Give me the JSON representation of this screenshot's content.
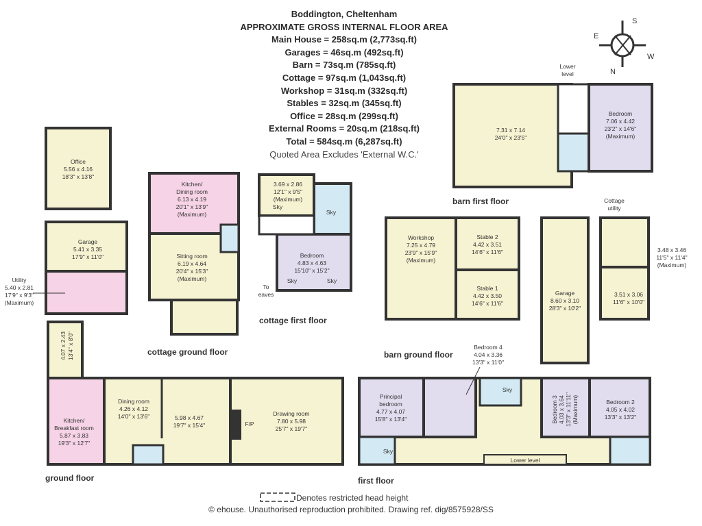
{
  "header": {
    "title": "Boddington, Cheltenham",
    "subtitle": "APPROXIMATE GROSS INTERNAL FLOOR AREA",
    "areas": [
      "Main House = 258sq.m (2,773sq.ft)",
      "Garages = 46sq.m (492sq.ft)",
      "Barn = 73sq.m (785sq.ft)",
      "Cottage = 97sq.m (1,043sq.ft)",
      "Workshop = 31sq.m (332sq.ft)",
      "Stables = 32sq.m (345sq.ft)",
      "Office = 28sq.m (299sq.ft)",
      "External Rooms = 20sq.m (218sq.ft)",
      "Total = 584sq.m (6,287sq.ft)"
    ],
    "note": "Quoted Area Excludes 'External W.C.'"
  },
  "compass": {
    "n": "N",
    "s": "S",
    "e": "E",
    "w": "W"
  },
  "floors": {
    "ground": "ground floor",
    "first": "first floor",
    "cottage_ground": "cottage ground floor",
    "cottage_first": "cottage first floor",
    "barn_ground": "barn ground floor",
    "barn_first": "barn first floor"
  },
  "rooms": {
    "office": [
      "Office",
      "5.56 x 4.16",
      "18'3\" x 13'8\""
    ],
    "garage_left": [
      "Garage",
      "5.41 x 3.35",
      "17'9\" x 11'0\""
    ],
    "utility": [
      "Utility",
      "5.40 x 2.81",
      "17'9\" x 9'3\"",
      "(Maximum)"
    ],
    "hall_small": [
      "4.07 x 2.43",
      "13'4\" x 8'0\""
    ],
    "kitchen_breakfast": [
      "Kitchen/",
      "Breakfast room",
      "5.87 x 3.83",
      "19'3\" x 12'7\""
    ],
    "dining": [
      "Dining room",
      "4.26 x 4.12",
      "14'0\" x 13'6\""
    ],
    "hall_main": [
      "5.98 x 4.67",
      "19'7\" x 15'4\""
    ],
    "drawing": [
      "Drawing room",
      "7.80 x 5.98",
      "25'7\" x 19'7\""
    ],
    "fp": "F/P",
    "cottage_kitchen": [
      "Kitchen/",
      "Dining room",
      "6.13 x 4.19",
      "20'1\" x 13'9\"",
      "(Maximum)"
    ],
    "cottage_sitting": [
      "Sitting room",
      "6.19 x 4.64",
      "20'4\" x 15'3\"",
      "(Maximum)"
    ],
    "cottage_room": [
      "3.69 x 2.86",
      "12'1\" x 9'5\"",
      "(Maximum)"
    ],
    "cottage_bedroom": [
      "Bedroom",
      "4.83 x 4.63",
      "15'10\" x 15'2\""
    ],
    "to_eaves": [
      "To",
      "eaves"
    ],
    "sky": "Sky",
    "workshop": [
      "Workshop",
      "7.25 x 4.79",
      "23'9\" x 15'9\"",
      "(Maximum)"
    ],
    "stable2": [
      "Stable 2",
      "4.42 x 3.51",
      "14'6\" x 11'6\""
    ],
    "stable1": [
      "Stable 1",
      "4.42 x 3.50",
      "14'6\" x 11'6\""
    ],
    "garage_right": [
      "Garage",
      "8.60 x 3.10",
      "28'3\" x 10'2\""
    ],
    "cottage_utility": [
      "Cottage",
      "utility"
    ],
    "ext_room1": [
      "3.48 x 3.46",
      "11'5\" x 11'4\"",
      "(Maximum)"
    ],
    "ext_room2": [
      "3.51 x 3.06",
      "11'6\" x 10'0\""
    ],
    "barn_room": [
      "7.31 x 7.14",
      "24'0\" x 23'5\""
    ],
    "barn_bedroom": [
      "Bedroom",
      "7.06 x 4.42",
      "23'2\" x 14'6\"",
      "(Maximum)"
    ],
    "lower_level_barn": [
      "Lower",
      "level"
    ],
    "principal_bedroom": [
      "Principal",
      "bedroom",
      "4.77 x 4.07",
      "15'8\" x 13'4\""
    ],
    "bedroom4": [
      "Bedroom 4",
      "4.04 x 3.36",
      "13'3\" x 11'0\""
    ],
    "bedroom3": [
      "Bedroom 3",
      "4.03 x 3.64",
      "13'3\" x 11'11\"",
      "(Maximum)"
    ],
    "bedroom2": [
      "Bedroom 2",
      "4.05 x 4.02",
      "13'3\" x 13'2\""
    ],
    "lower_level_first": "Lower level"
  },
  "legend": "Denotes restricted head height",
  "footer": "© ehouse. Unauthorised reproduction prohibited. Drawing ref. dig/8575928/SS",
  "colors": {
    "yellow": "#f6f3d2",
    "pink": "#f6d3e6",
    "blue": "#d3eaf4",
    "lilac": "#e2dcef",
    "wall": "#333333"
  }
}
